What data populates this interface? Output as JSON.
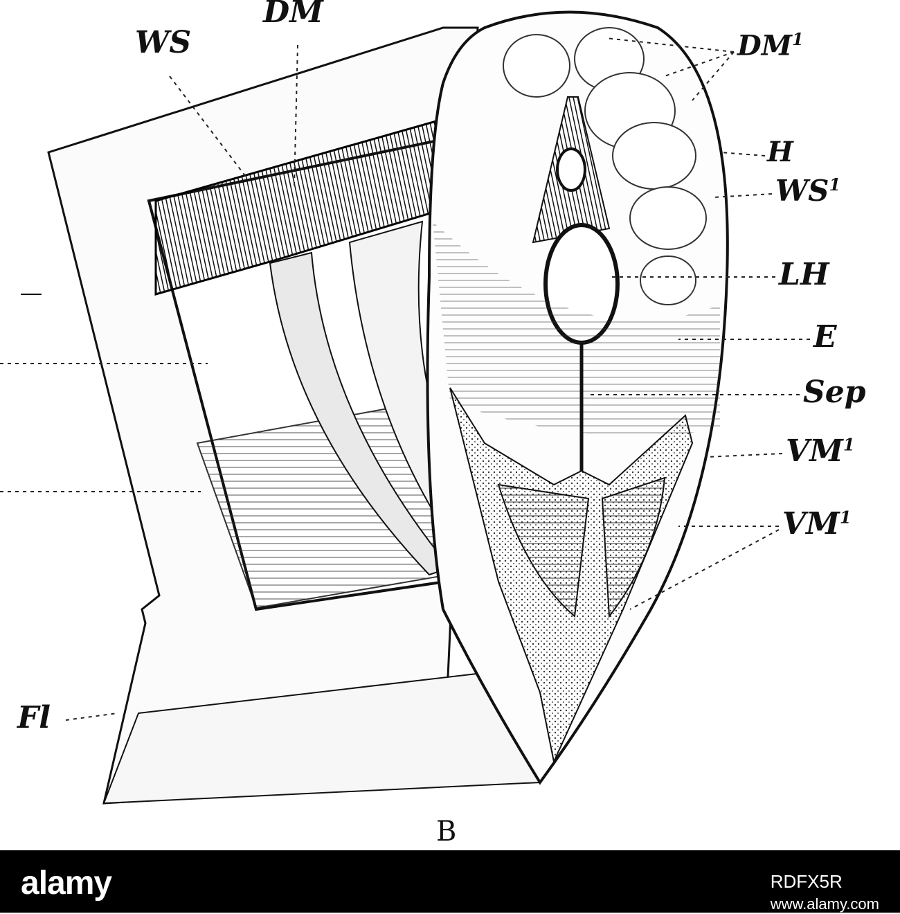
{
  "figure": {
    "caption": "B",
    "labels": {
      "ws": "WS",
      "dm": "DM",
      "dm1": "DM",
      "dm1_sup": "1",
      "h": "H",
      "ws1": "WS",
      "ws1_sup": "1",
      "lh": "LH",
      "e": "E",
      "sep": "Sep",
      "vm1_a": "VM",
      "vm1_a_sup": "1",
      "vm1_b": "VM",
      "vm1_b_sup": "1",
      "fl": "Fl"
    }
  },
  "footer": {
    "brand": "alamy",
    "stock_id": "www.alamy.com",
    "image_code": "RDFX5R"
  }
}
